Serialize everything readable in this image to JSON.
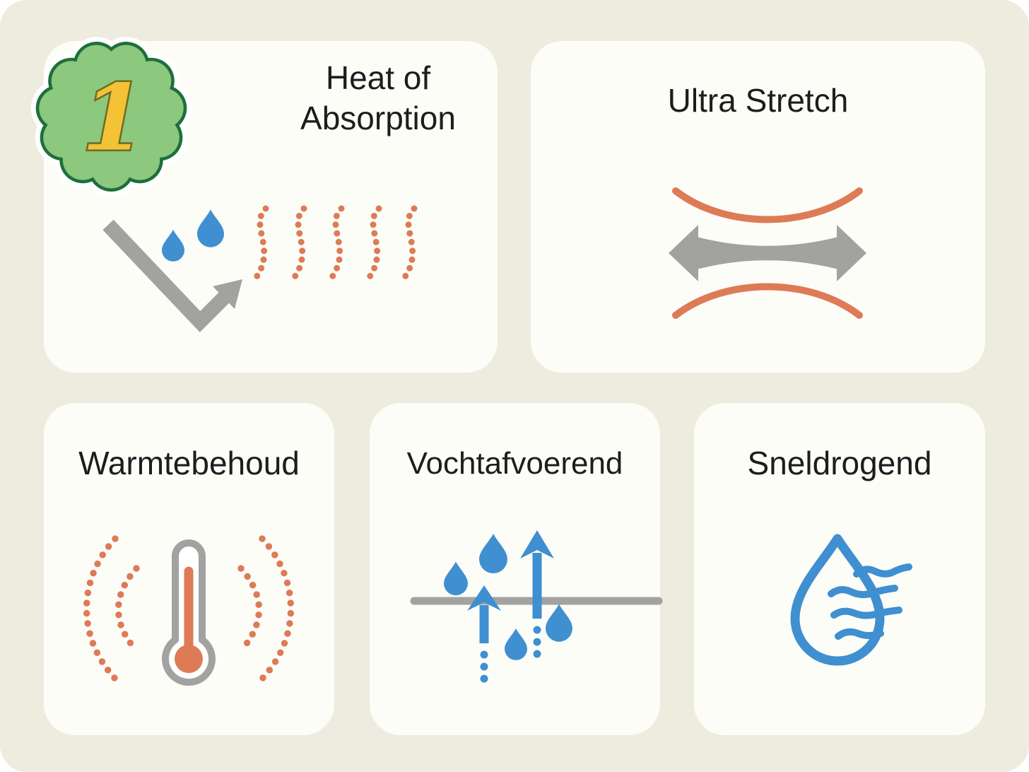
{
  "badge": {
    "number": "1",
    "icon": "scalloped-flower-badge-icon"
  },
  "cards": {
    "heat": {
      "title_line1": "Heat of",
      "title_line2": "Absorption",
      "icon": "moisture-to-heat-arrow-steam-icon"
    },
    "stretch": {
      "title": "Ultra Stretch",
      "icon": "horizontal-stretch-double-arrow-icon"
    },
    "warm": {
      "title": "Warmtebehoud",
      "icon": "thermometer-heat-retention-icon"
    },
    "moist": {
      "title": "Vochtafvoerend",
      "icon": "moisture-wicking-drops-arrows-icon"
    },
    "dry": {
      "title": "Sneldrogend",
      "icon": "water-drop-wind-quick-dry-icon"
    }
  },
  "colors": {
    "page-bg": "#ffffff",
    "panel-bg": "#edecdf",
    "card-bg": "#fdfdf8",
    "text": "#1d1d1f",
    "blue": "#3f8fd1",
    "gray": "#a2a2a0",
    "orange": "#dd7b56",
    "green": "#8cc87e",
    "green-dark": "#1e6f3c",
    "yellow": "#f3c235",
    "yellow-dark": "#6f6d24"
  }
}
